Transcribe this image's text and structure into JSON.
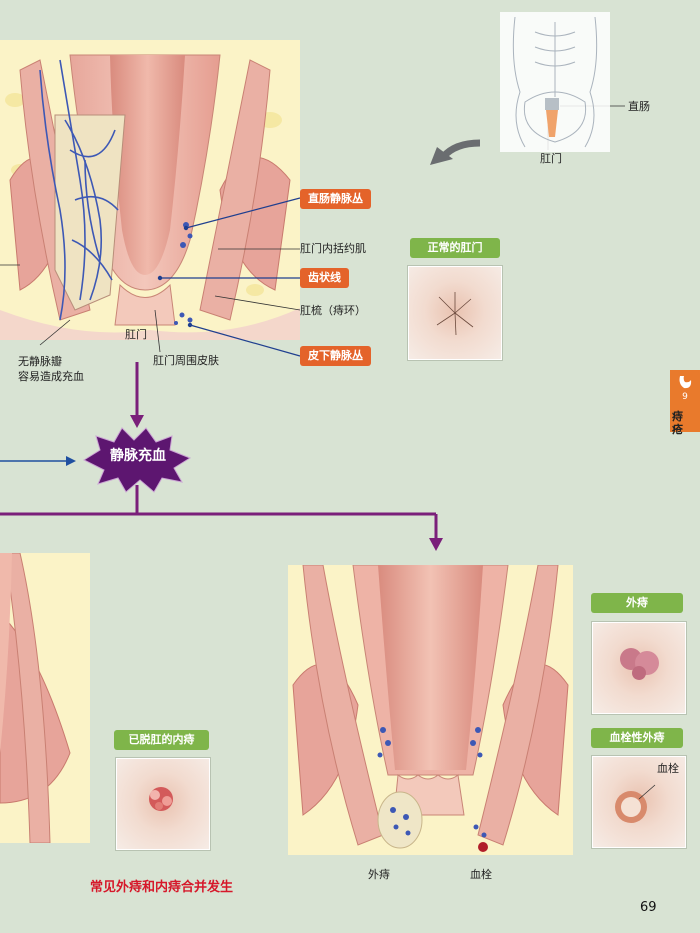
{
  "labels": {
    "rectum": "直肠",
    "anus_top": "肛门",
    "anus_mid": "肛门",
    "internal_sphincter": "肛门内括约肌",
    "pecten": "肛梳（痔环）",
    "perianal_skin": "肛门周围皮肤",
    "no_valve_line1": "无静脉瓣",
    "no_valve_line2": "容易造成充血",
    "external_hemorrhoid_bottom": "外痔",
    "thrombus_bottom": "血栓",
    "thrombus_photo": "血栓"
  },
  "callouts": {
    "rectal_venous_plexus": "直肠静脉丛",
    "dentate_line": "齿状线",
    "subcutaneous_venous_plexus": "皮下静脉丛"
  },
  "photo_titles": {
    "normal_anus": "正常的肛门",
    "prolapsed_internal": "已脱肛的内痔",
    "external": "外痔",
    "thrombosed_external": "血栓性外痔"
  },
  "center_burst": "静脉充血",
  "bottom_note": "常见外痔和内痔合并发生",
  "side_tab": {
    "number": "9",
    "title_line1": "痔",
    "title_line2": "疮"
  },
  "page_number": "69",
  "colors": {
    "callout": "#e4632a",
    "photo_title": "#7fb54a",
    "flow": "#7a1f7a",
    "burst": "#5d1670",
    "note": "#d6182a"
  }
}
